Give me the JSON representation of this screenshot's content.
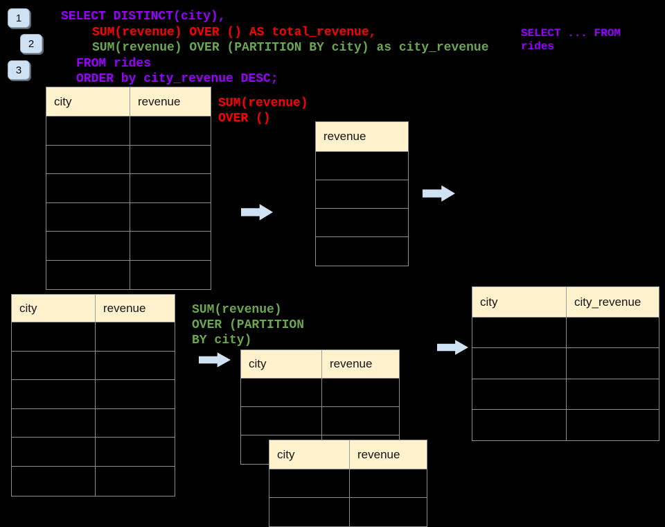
{
  "colors": {
    "background": "#000000",
    "sql_purple": "#9900ff",
    "sql_red": "#fe0000",
    "sql_green": "#6aa84f",
    "table_header_fill": "#fff2cc",
    "table_border": "#8e8e8e",
    "arrow_fill": "#cfe2f3",
    "badge_fill": "#cfe2f3"
  },
  "step_badges": [
    "1",
    "2",
    "3"
  ],
  "sql": {
    "line1": "SELECT DISTINCT(city),",
    "line2": "SUM(revenue) OVER () AS total_revenue,",
    "line3": "SUM(revenue) OVER (PARTITION BY city) as city_revenue",
    "line4": "FROM rides",
    "line5": "ORDER by city_revenue DESC;"
  },
  "side_note": {
    "line1": "SELECT ... FROM",
    "line2": "rides"
  },
  "annotation_total": {
    "line1": "SUM(revenue)",
    "line2": "OVER ()"
  },
  "annotation_partition": {
    "line1": "SUM(revenue)",
    "line2": "OVER (PARTITION",
    "line3": "BY city)"
  },
  "tables": {
    "source_top": {
      "col1": "city",
      "col2": "revenue",
      "row_count": 6
    },
    "total_result": {
      "col1": "revenue",
      "row_count": 4
    },
    "source_bottom": {
      "col1": "city",
      "col2": "revenue",
      "row_count": 6
    },
    "partition_group1": {
      "col1": "city",
      "col2": "revenue",
      "row_count": 3
    },
    "partition_group2": {
      "col1": "city",
      "col2": "revenue",
      "row_count": 2
    },
    "partition_result": {
      "col1": "city",
      "col2": "city_revenue",
      "row_count": 4
    }
  }
}
